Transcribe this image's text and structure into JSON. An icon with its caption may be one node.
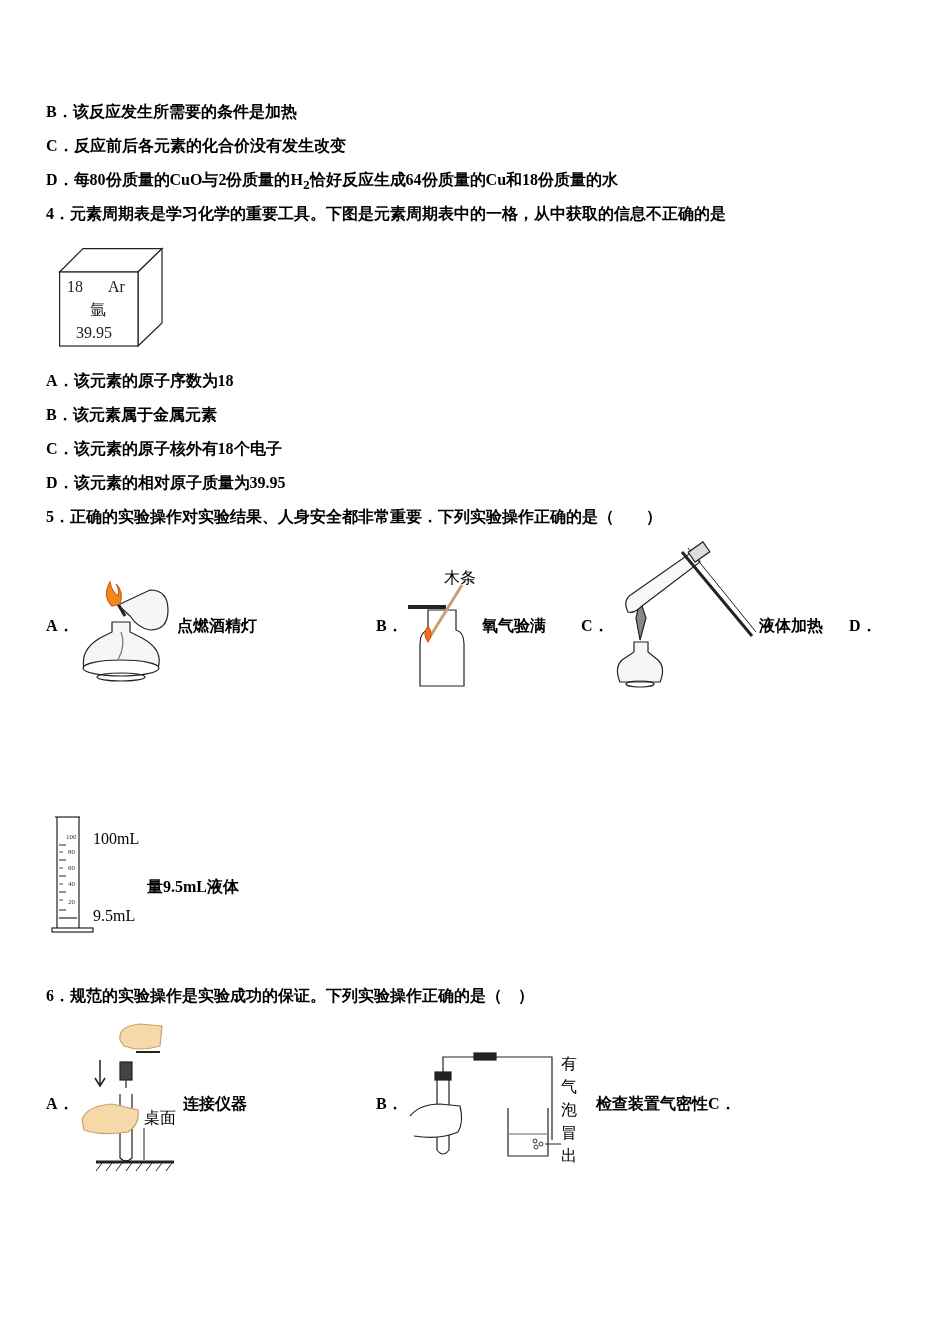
{
  "diagram": {
    "nodes": [
      {
        "text": [
          "18",
          "Ar",
          "氩",
          "39.95"
        ]
      },
      {
        "text": [
          "桌面"
        ]
      },
      {
        "text": [],
        "shape": "picture"
      },
      {
        "text": [
          "有气泡冒出"
        ]
      },
      {
        "text": [],
        "shape": "picture"
      }
    ],
    "edges": [
      {
        "from": 1,
        "to": 2,
        "arrow": "none"
      },
      {
        "from": 3,
        "to": 4,
        "arrow": "none"
      }
    ],
    "labels": [
      "B．该反应发生所需要的条件是加热",
      "C．反应前后各元素的化合价没有发生改变",
      "D．每80份质量的CuO与2份质量的H$_{2}$恰好反应生成64份质量的Cu和18份质量的水",
      "4．元素周期表是学习化学的重要工具。下图是元素周期表中的一格，从中获取的信息不正确的是",
      "A．该元素的原子序数为18",
      "B．该元素属于金属元素",
      "C．该元素的原子核外有18个电子",
      "D．该元素的相对原子质量为39.95",
      "5．正确的实验操作对实验结果、人身安全都非常重要．下列实验操作正确的是（　　）",
      "A．",
      "点燃酒精灯",
      "B．",
      "木条",
      "氧气验满",
      "C．",
      "液体加热",
      "D．",
      "100mL",
      "9.5mL",
      "量9.5mL液体",
      "100",
      "80",
      "60",
      "40",
      "20",
      "6．规范的实验操作是实验成功的保证。下列实验操作正确的是（　）",
      "A．",
      "连接仪器",
      "B．",
      "检查装置气密性C．"
    ]
  }
}
